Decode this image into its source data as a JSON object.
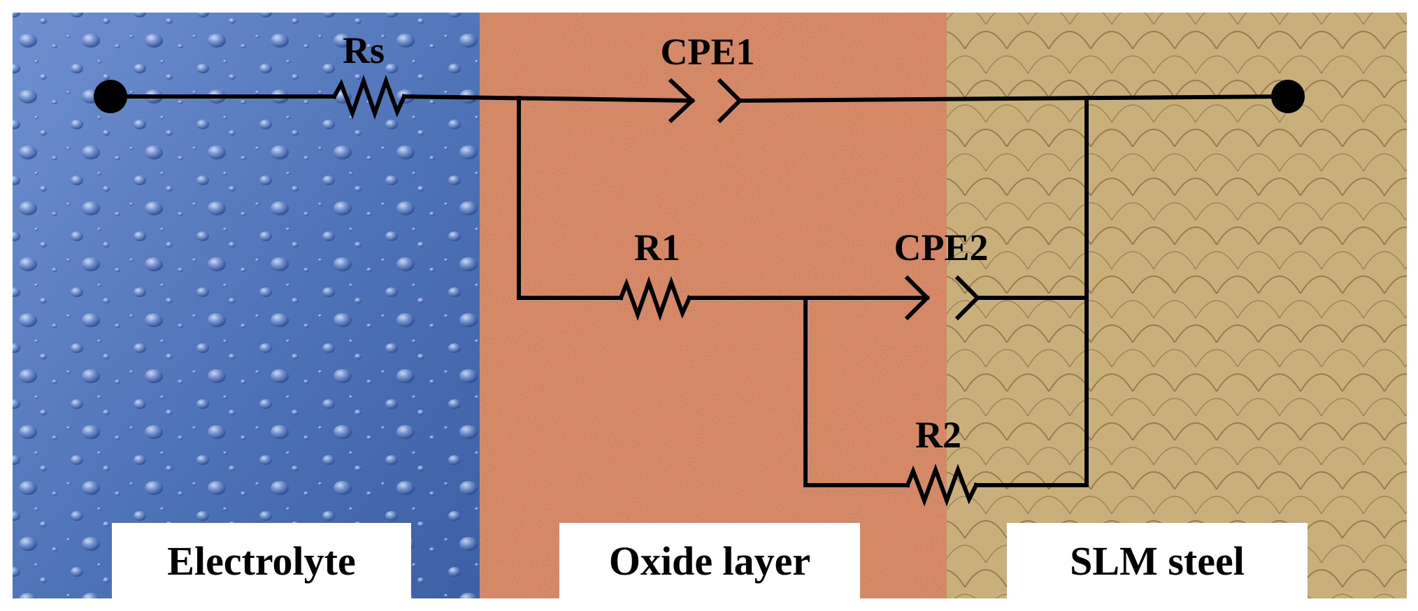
{
  "regions": {
    "electrolyte": {
      "label": "Electrolyte",
      "color": "#5577b8"
    },
    "oxide": {
      "label": "Oxide layer",
      "color": "#e08d6a"
    },
    "steel": {
      "label": "SLM steel",
      "color": "#c9b07a"
    }
  },
  "components": {
    "rs": "Rs",
    "cpe1": "CPE1",
    "r1": "R1",
    "cpe2": "CPE2",
    "r2": "R2"
  },
  "colors": {
    "wire": "#000000",
    "label_box": "#ffffff"
  }
}
